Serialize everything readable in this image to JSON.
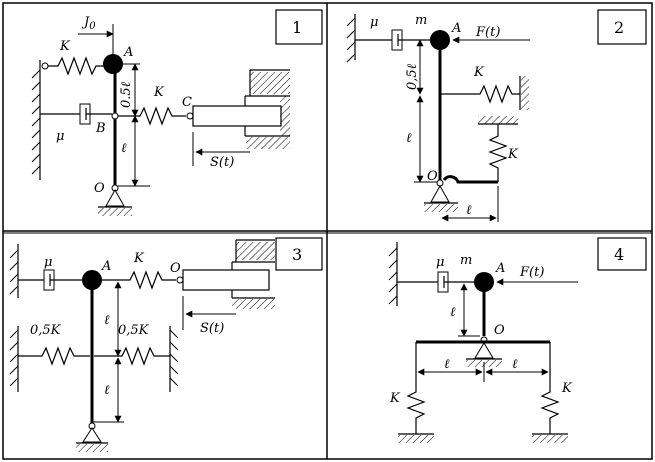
{
  "panels": [
    {
      "number": "1",
      "labels": {
        "J0": "J",
        "J0_sub": "0",
        "K_left": "K",
        "A": "A",
        "half_l": "0.5ℓ",
        "K_right": "K",
        "C": "C",
        "mu": "μ",
        "B": "B",
        "l": "ℓ",
        "O": "O",
        "S": "S(t)"
      }
    },
    {
      "number": "2",
      "labels": {
        "mu": "μ",
        "m": "m",
        "A": "A",
        "F": "F(t)",
        "half_l": "0,5ℓ",
        "K_upper": "K",
        "l_vert": "ℓ",
        "K_lower": "K",
        "O": "O",
        "l_horiz": "ℓ"
      }
    },
    {
      "number": "3",
      "labels": {
        "mu": "μ",
        "A": "A",
        "K_top": "K",
        "O": "O",
        "l_upper": "ℓ",
        "half_K_left": "0,5K",
        "half_K_right": "0,5K",
        "S": "S(t)",
        "l_lower": "ℓ"
      }
    },
    {
      "number": "4",
      "labels": {
        "mu": "μ",
        "m": "m",
        "A": "A",
        "F": "F(t)",
        "l_vert": "ℓ",
        "O": "O",
        "l_left": "ℓ",
        "l_right": "ℓ",
        "K_left": "K",
        "K_right": "K"
      }
    }
  ]
}
